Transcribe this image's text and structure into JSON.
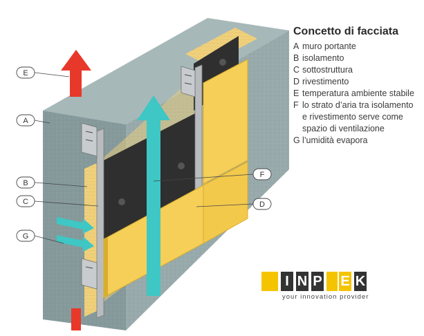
{
  "legend": {
    "title": "Concetto di facciata",
    "items": [
      {
        "letter": "A",
        "text": "muro portante"
      },
      {
        "letter": "B",
        "text": "isolamento"
      },
      {
        "letter": "C",
        "text": "sottostruttura"
      },
      {
        "letter": "D",
        "text": "rivestimento"
      },
      {
        "letter": "E",
        "text": "temperatura ambiente stabile"
      },
      {
        "letter": "F",
        "text": "lo strato d’aria tra isolamento e rivestimento serve come spazio di ventilazione"
      },
      {
        "letter": "G",
        "text": "l’umidità evapora"
      }
    ]
  },
  "callouts": {
    "e": "E",
    "a": "A",
    "b": "B",
    "c": "C",
    "g": "G",
    "f": "F",
    "d": "D"
  },
  "logo": {
    "letters": [
      "I",
      "N",
      "P",
      "E",
      "K"
    ],
    "tagline": "your innovation provider",
    "colors": {
      "yellow": "#f5c400",
      "dark": "#333333"
    }
  },
  "colors": {
    "wall": "#8fa3a4",
    "insulation": "#f2d27a",
    "membrane": "#2e2e2e",
    "cladding": "#f5cf57",
    "arrow_warm": "#e8382a",
    "arrow_air": "#3ec7c4"
  }
}
